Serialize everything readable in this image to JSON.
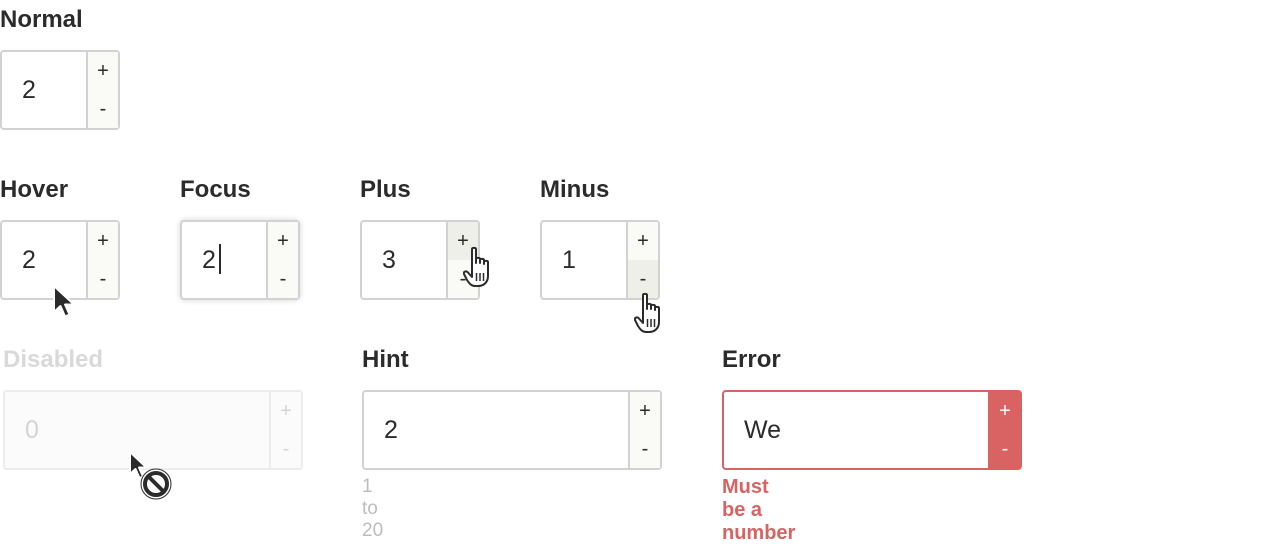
{
  "normal": {
    "label": "Normal",
    "value": "2",
    "plus": "+",
    "minus": "-"
  },
  "hover": {
    "label": "Hover",
    "value": "2",
    "plus": "+",
    "minus": "-"
  },
  "focus": {
    "label": "Focus",
    "value": "2",
    "plus": "+",
    "minus": "-"
  },
  "plus_state": {
    "label": "Plus",
    "value": "3",
    "plus": "+",
    "minus": "-"
  },
  "minus_state": {
    "label": "Minus",
    "value": "1",
    "plus": "+",
    "minus": "-"
  },
  "disabled": {
    "label": "Disabled",
    "value": "0",
    "plus": "+",
    "minus": "-"
  },
  "hint": {
    "label": "Hint",
    "value": "2",
    "plus": "+",
    "minus": "-",
    "hint_text": "1 to 20"
  },
  "error": {
    "label": "Error",
    "value": "We",
    "plus": "+",
    "minus": "-",
    "error_text": "Must be a number"
  },
  "icons": {
    "pointer": "arrow-pointer-icon",
    "hand": "hand-pointer-icon",
    "not_allowed": "not-allowed-icon"
  },
  "colors": {
    "border": "#d2d2d2",
    "button_bg": "#fafaf7",
    "active_button_bg": "#efefe9",
    "error": "#d96262",
    "disabled_text": "#d4d4d4",
    "hint_text": "#bdbdbd"
  }
}
